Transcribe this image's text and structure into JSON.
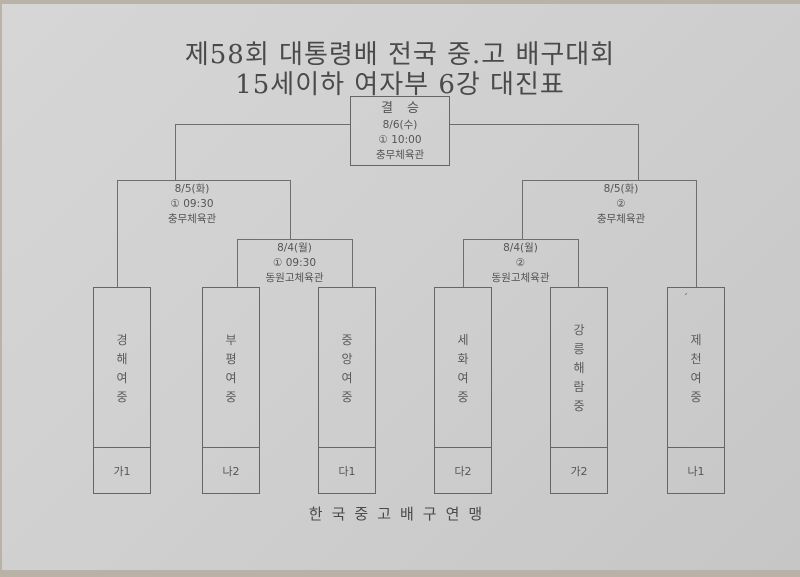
{
  "header": {
    "title_line1": "제58회 대통령배 전국 중.고 배구대회",
    "title_line2": "15세이하 여자부 6강 대진표"
  },
  "final": {
    "label": "결승",
    "date": "8/6(수)",
    "match": "① 10:00",
    "venue": "충무체육관"
  },
  "semifinals": [
    {
      "side": "left",
      "date": "8/5(화)",
      "match": "① 09:30",
      "venue": "충무체육관"
    },
    {
      "side": "right",
      "date": "8/5(화)",
      "match": "②",
      "venue": "충무체육관"
    }
  ],
  "quarterfinals": [
    {
      "side": "left",
      "date": "8/4(월)",
      "match": "① 09:30",
      "venue": "동원고체육관"
    },
    {
      "side": "right",
      "date": "8/4(월)",
      "match": "②",
      "venue": "동원고체육관"
    }
  ],
  "teams": [
    {
      "name": "경해여중",
      "chars": [
        "경",
        "해",
        "여",
        "중"
      ],
      "seed": "가1"
    },
    {
      "name": "부평여중",
      "chars": [
        "부",
        "평",
        "여",
        "중"
      ],
      "seed": "나2"
    },
    {
      "name": "중앙여중",
      "chars": [
        "중",
        "앙",
        "여",
        "중"
      ],
      "seed": "다1"
    },
    {
      "name": "세화여중",
      "chars": [
        "세",
        "화",
        "여",
        "중"
      ],
      "seed": "다2"
    },
    {
      "name": "강릉해람중",
      "chars": [
        "강",
        "릉",
        "해",
        "람",
        "중"
      ],
      "seed": "가2"
    },
    {
      "name": "제천여중",
      "chars": [
        "제",
        "천",
        "여",
        "중"
      ],
      "seed": "나1"
    }
  ],
  "annotation_mark": "ˊ",
  "footer": {
    "organization": "한국중고배구연맹"
  },
  "colors": {
    "paper": "#d2d2d2",
    "ink": "#555555",
    "line": "#6e6e6e"
  }
}
